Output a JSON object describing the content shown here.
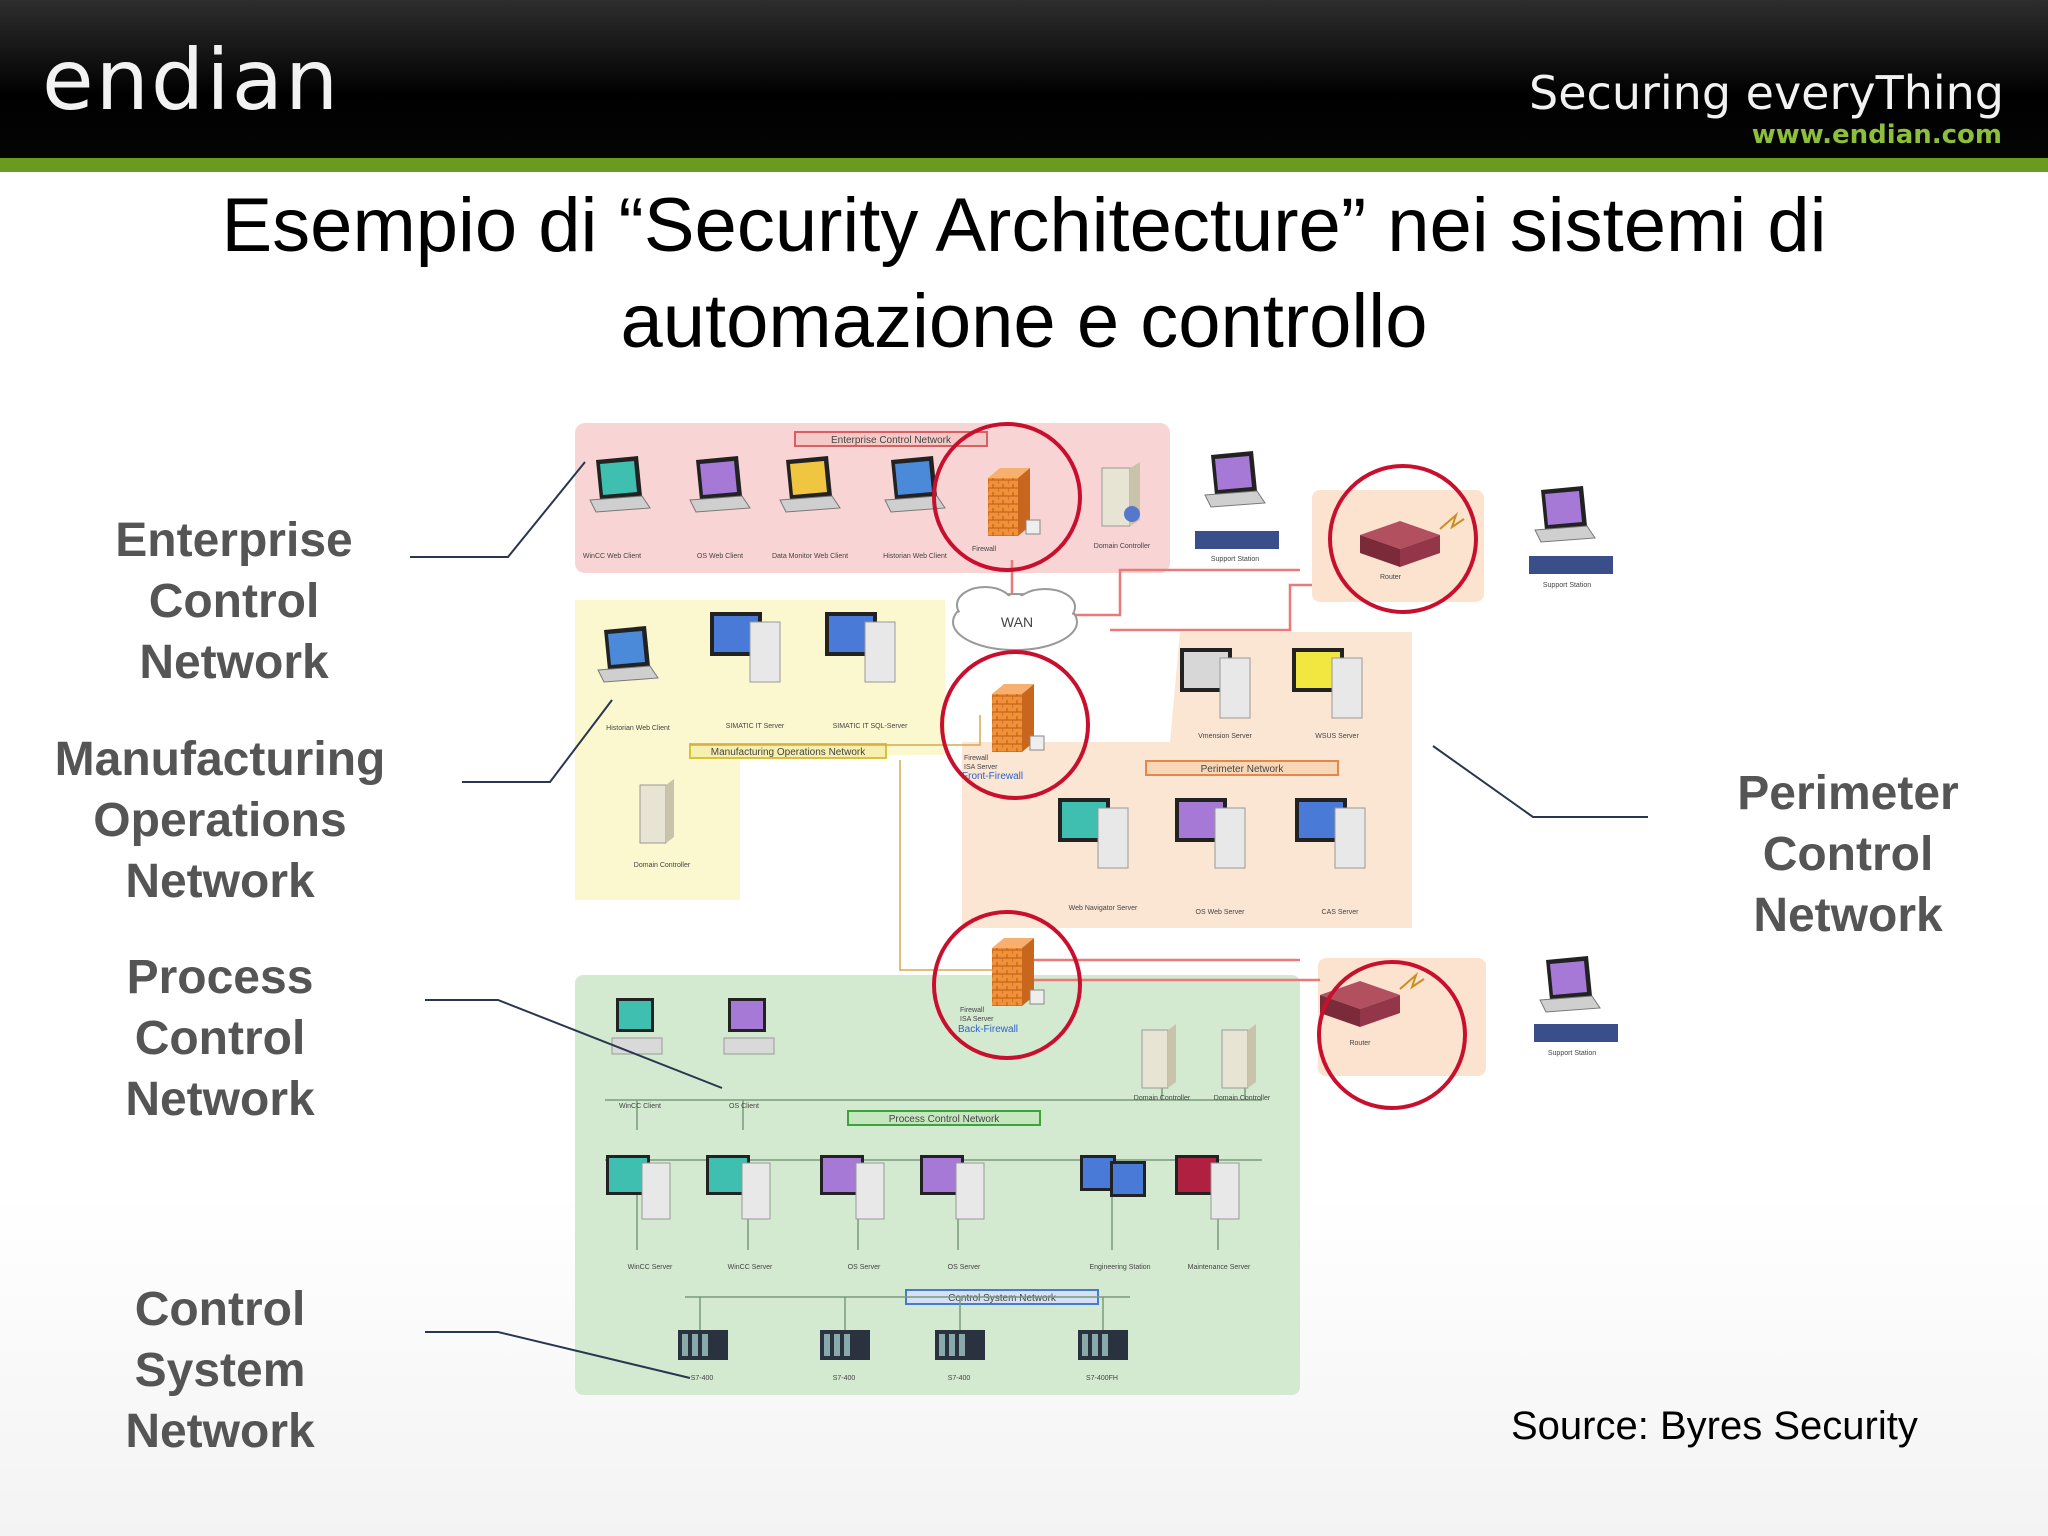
{
  "header": {
    "logo": "endian",
    "tagline": "Securing everyThing",
    "website": "www.endian.com"
  },
  "title": {
    "line1": "Esempio di “Security Architecture” nei sistemi di",
    "line2": "automazione e controllo"
  },
  "labels": {
    "enterprise": [
      "Enterprise",
      "Control",
      "Network"
    ],
    "manufacturing": [
      "Manufacturing",
      "Operations",
      "Network"
    ],
    "process": [
      "Process",
      "Control",
      "Network"
    ],
    "control_system": [
      "Control",
      "System",
      "Network"
    ],
    "perimeter": [
      "Perimeter",
      "Control",
      "Network"
    ]
  },
  "source": "Source: Byres Security",
  "diagram": {
    "zones": {
      "enterprise": "Enterprise Control Network",
      "manufacturing": "Manufacturing Operations Network",
      "perimeter": "Perimeter Network",
      "process": "Process Control Network",
      "control_system": "Control System Network"
    },
    "wan": "WAN",
    "nodes": {
      "enterprise": [
        "WinCC Web Client",
        "OS Web Client",
        "Data Monitor Web Client",
        "Historian Web Client",
        "Firewall",
        "Domain Controller"
      ],
      "support_top": "Support Station",
      "router": "Router",
      "support_right": "Support Station",
      "manufacturing": [
        "Historian Web Client",
        "SIMATIC IT Server",
        "SIMATIC IT SQL-Server",
        "Domain Controller"
      ],
      "front_firewall": [
        "Firewall",
        "ISA Server",
        "Front-Firewall"
      ],
      "perimeter_top": [
        "Vmension Server",
        "WSUS Server"
      ],
      "perimeter_bottom": [
        "Web Navigator Server",
        "OS Web Server",
        "CAS Server"
      ],
      "back_firewall": [
        "Firewall",
        "ISA Server",
        "Back-Firewall"
      ],
      "router_bottom": "Router",
      "support_bottom": "Support Station",
      "process_clients": [
        "WinCC Client",
        "OS Client"
      ],
      "process_dc": [
        "Domain Controller",
        "Domain Controller"
      ],
      "servers": [
        "WinCC Server",
        "WinCC Server",
        "OS Server",
        "OS Server",
        "Engineering Station",
        "Maintenance Server"
      ],
      "plcs": [
        "S7-400",
        "S7-400",
        "S7-400",
        "S7-400FH"
      ]
    },
    "colors": {
      "enterprise": "#f9d4d4",
      "manufacturing": "#fbf7cf",
      "perimeter": "#fbe5d3",
      "process": "#d4ead0",
      "highlight": "#c8102e",
      "firewall": "#ee8a2a",
      "label": "#555555"
    }
  }
}
